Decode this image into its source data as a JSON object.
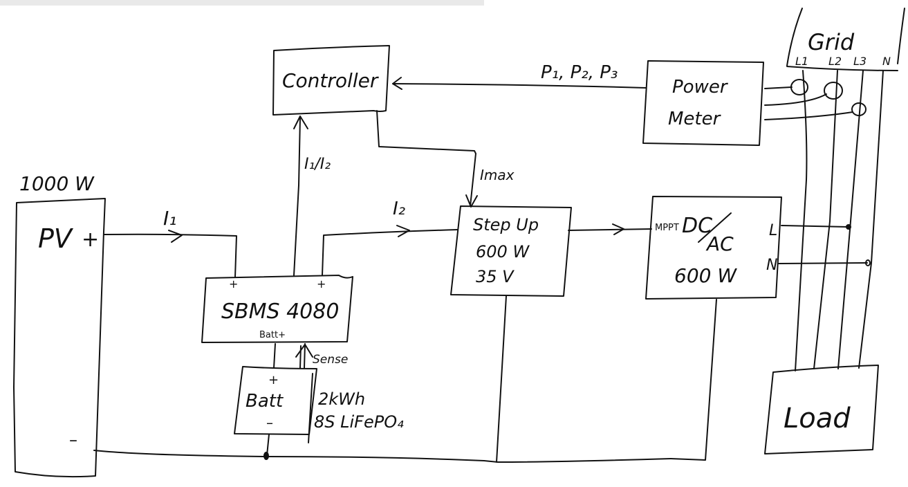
{
  "diagram": {
    "title": "PV battery storage with zero-export control (hand sketch)",
    "blocks": {
      "pv": {
        "label": "PV",
        "rating": "1000 W",
        "plus": "+",
        "minus": "–"
      },
      "sbms": {
        "label": "SBMS 4080",
        "plus_left": "+",
        "plus_right": "+",
        "batt_port": "Batt+"
      },
      "battery": {
        "label": "Batt",
        "plus": "+",
        "minus": "–",
        "capacity": "2kWh",
        "chemistry": "8S LiFePO₄"
      },
      "controller": {
        "label": "Controller"
      },
      "power_meter": {
        "line1": "Power",
        "line2": "Meter"
      },
      "stepup": {
        "line1": "Step Up",
        "line2": "600 W",
        "line3": "35 V"
      },
      "inverter": {
        "mppt": "MPPT",
        "dc": "DC",
        "ac": "AC",
        "rating": "600 W",
        "port_l": "L",
        "port_n": "N"
      },
      "grid": {
        "label": "Grid",
        "phases": [
          "L1",
          "L2",
          "L3",
          "N"
        ]
      },
      "load": {
        "label": "Load"
      }
    },
    "signals": {
      "i1": "I₁",
      "i2": "I₂",
      "i1_i2": "I₁/I₂",
      "imax": "Imax",
      "sense": "Sense",
      "p123": "P₁, P₂, P₃"
    },
    "connections": [
      {
        "from": "PV +",
        "to": "SBMS 4080 +",
        "signal": "I₁"
      },
      {
        "from": "SBMS 4080 +",
        "to": "Step Up",
        "signal": "I₂"
      },
      {
        "from": "SBMS 4080",
        "to": "Controller",
        "signal": "I₁/I₂"
      },
      {
        "from": "Power Meter",
        "to": "Controller",
        "signal": "P₁, P₂, P₃"
      },
      {
        "from": "Controller",
        "to": "Step Up",
        "signal": "Imax"
      },
      {
        "from": "Step Up",
        "to": "DC/AC MPPT"
      },
      {
        "from": "Batt",
        "to": "SBMS 4080 Batt+",
        "signal": "Sense"
      },
      {
        "from": "DC/AC L",
        "to": "Grid L3"
      },
      {
        "from": "DC/AC N",
        "to": "Grid N"
      },
      {
        "from": "Grid L1, L2, L3, N",
        "to": "Load"
      },
      {
        "from": "PV –",
        "to": "common negative (Batt –, Step Up, DC/AC)"
      }
    ]
  }
}
